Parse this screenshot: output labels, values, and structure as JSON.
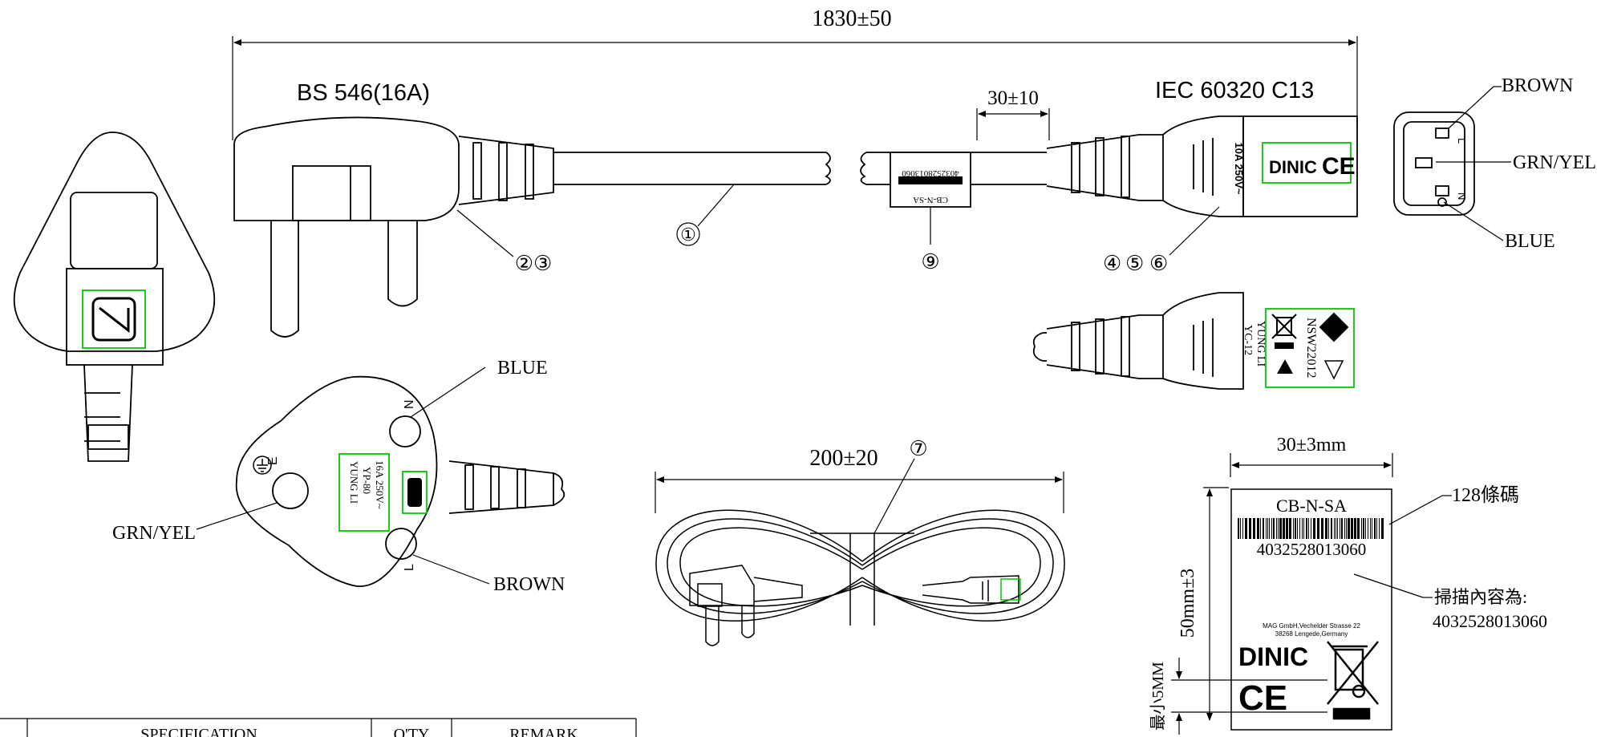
{
  "dimensions": {
    "overall_length": "1830±50",
    "sleeve_length": "30±10",
    "bundle_width": "200±20",
    "label_width": "30±3mm",
    "label_height": "50mm±3",
    "min_height_note": "最小5MM"
  },
  "plug": {
    "standard": "BS 546(16A)",
    "face_marking_lines": [
      "YUNG LI",
      "YP-80",
      "16A 250V~"
    ],
    "pin_letters": {
      "earth": "E",
      "neutral": "N",
      "live": "L"
    }
  },
  "connector": {
    "standard": "IEC 60320 C13",
    "rating": "10A 250V~",
    "brand": "DINIC",
    "ce_mark": "CE",
    "side_marking_lines": [
      "YUNG LI",
      "YC-12"
    ],
    "cert_code": "NSW22012",
    "pin_letters": {
      "live": "L",
      "neutral": "N"
    }
  },
  "wires": {
    "brown": "BROWN",
    "grn_yel": "GRN/YEL",
    "blue": "BLUE"
  },
  "callouts": [
    "①",
    "②③",
    "④",
    "⑤",
    "⑥",
    "⑦",
    "⑨"
  ],
  "sleeve_label": {
    "code": "CB-N-SA",
    "barcode_number": "4032528013060"
  },
  "label": {
    "title": "CB-N-SA",
    "barcode_number": "4032528013060",
    "barcode_note": "128條碼",
    "scan_note": "掃描內容為:",
    "scan_value": "4032528013060",
    "address_line1": "MAG GmbH,Vechelder Strasse 22",
    "address_line2": "38268 Lengede,Germany",
    "brand": "DINIC",
    "ce_mark": "CE"
  },
  "table": {
    "headers": [
      "SPECIFICATION",
      "Q'TY",
      "REMARK"
    ]
  },
  "colors": {
    "line": "#000000",
    "highlight": "#00c800"
  }
}
